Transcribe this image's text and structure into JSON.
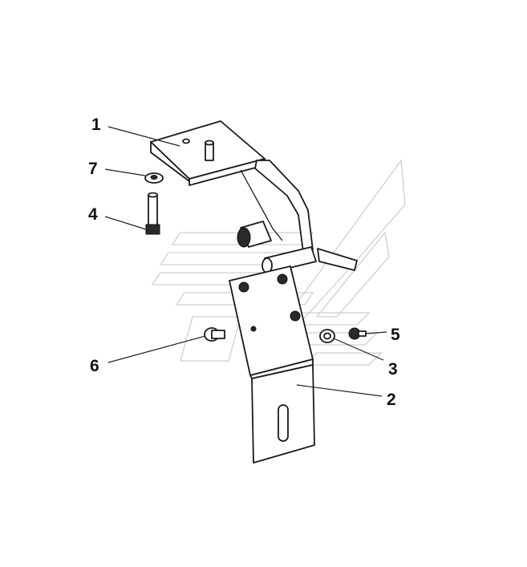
{
  "diagram": {
    "callouts": [
      {
        "id": "1",
        "label": "1"
      },
      {
        "id": "2",
        "label": "2"
      },
      {
        "id": "3",
        "label": "3"
      },
      {
        "id": "4",
        "label": "4"
      },
      {
        "id": "5",
        "label": "5"
      },
      {
        "id": "6",
        "label": "6"
      },
      {
        "id": "7",
        "label": "7"
      }
    ],
    "colors": {
      "line": "#1a1a1a",
      "watermark": "#cfcfcf",
      "background": "#ffffff"
    }
  }
}
